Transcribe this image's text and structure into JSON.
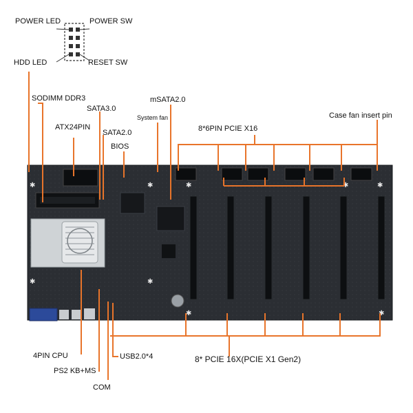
{
  "header": {
    "power_led": "POWER LED",
    "power_sw": "POWER SW",
    "hdd_led": "HDD  LED",
    "reset_sw": "RESET SW"
  },
  "labels": {
    "sodimm": "SODIMM DDR3",
    "sata3": "SATA3.0",
    "atx24": "ATX24PIN",
    "sata2": "SATA2.0",
    "bios": "BIOS",
    "system_fan": "System fan",
    "msata": "mSATA2.0",
    "pcie_power": "8*6PIN PCIE X16",
    "case_fan": "Case fan insert pin",
    "cpu4pin": "4PIN CPU",
    "ps2": "PS2 KB+MS",
    "com": "COM",
    "usb": "USB2.0*4",
    "pcie_slots": "8* PCIE 16X(PCIE X1 Gen2)"
  },
  "colors": {
    "leader": "#e8742a",
    "board": "#2a2d31",
    "slot": "#0d0f11"
  }
}
